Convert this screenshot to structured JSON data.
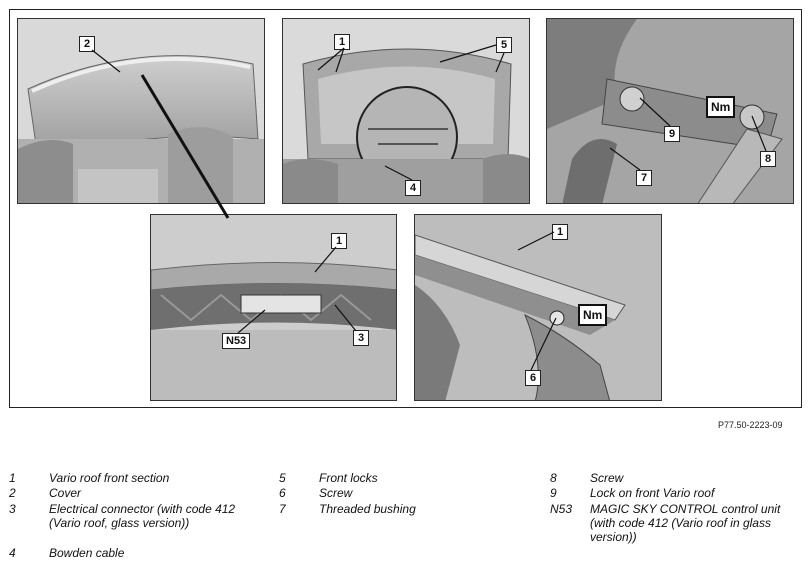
{
  "figure": {
    "reference": "P77.50-2223-09",
    "torque_symbol": "Nm",
    "callouts": {
      "p1": [
        "2"
      ],
      "p2": [
        "1",
        "5",
        "4"
      ],
      "p3": [
        "9",
        "8",
        "7"
      ],
      "p4": [
        "1",
        "N53",
        "3"
      ],
      "p5": [
        "1",
        "6"
      ]
    }
  },
  "legend": {
    "col1": [
      {
        "key": "1",
        "text": "Vario roof front section"
      },
      {
        "key": "2",
        "text": "Cover"
      },
      {
        "key": "3",
        "text": "Electrical connector (with code 412 (Vario roof, glass version))"
      },
      {
        "key": "4",
        "text": "Bowden cable"
      }
    ],
    "col2": [
      {
        "key": "5",
        "text": "Front locks"
      },
      {
        "key": "6",
        "text": "Screw"
      },
      {
        "key": "7",
        "text": "Threaded bushing"
      }
    ],
    "col3": [
      {
        "key": "8",
        "text": "Screw"
      },
      {
        "key": "9",
        "text": "Lock on front Vario roof"
      },
      {
        "key": "N53",
        "text": "MAGIC SKY CONTROL control unit (with code 412 (Vario roof in glass version))"
      }
    ]
  }
}
